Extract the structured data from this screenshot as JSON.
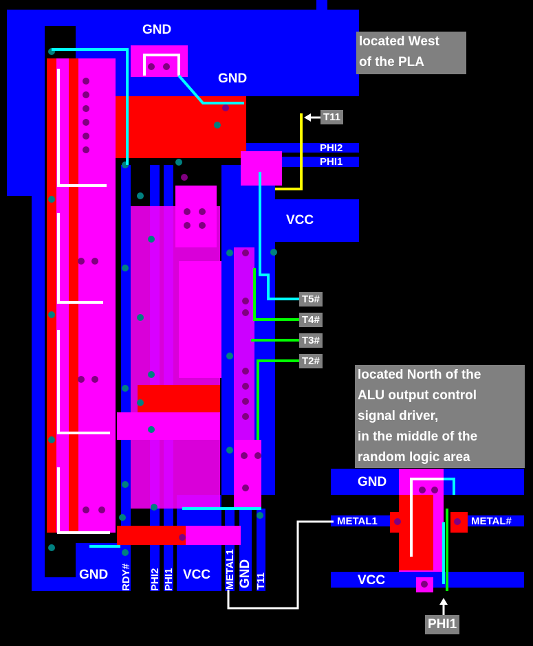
{
  "colors": {
    "metal": "#0000ff",
    "diffusion": "#ff0000",
    "poly": "#ff00ff",
    "contact": "#800080",
    "buried": "#008080",
    "wire_cyan": "#00ffff",
    "wire_green": "#00ff00",
    "wire_yellow": "#ffff00",
    "wire_white": "#ffffff",
    "label_bg": "#808080"
  },
  "notes": {
    "west_pla": [
      "located West",
      "of the PLA"
    ],
    "north_alu": [
      "located North of the",
      "ALU output control",
      "signal driver,",
      "in the middle of the",
      "random logic area"
    ]
  },
  "main": {
    "gnd_top_left": "GND",
    "gnd_top_right": "GND",
    "vcc_right": "VCC",
    "phi2_right": "PHI2",
    "phi1_right": "PHI1",
    "gnd_bottom": "GND",
    "vcc_bottom": "VCC",
    "bottom_pins": [
      "RDY#",
      "PHI2",
      "PHI1",
      "METAL1",
      "GND",
      "T11"
    ],
    "tags": [
      "T11",
      "T5#",
      "T4#",
      "T3#",
      "T2#"
    ]
  },
  "detail": {
    "gnd": "GND",
    "vcc": "VCC",
    "metal1": "METAL1",
    "metal_n": "METAL#",
    "phi1": "PHI1"
  }
}
